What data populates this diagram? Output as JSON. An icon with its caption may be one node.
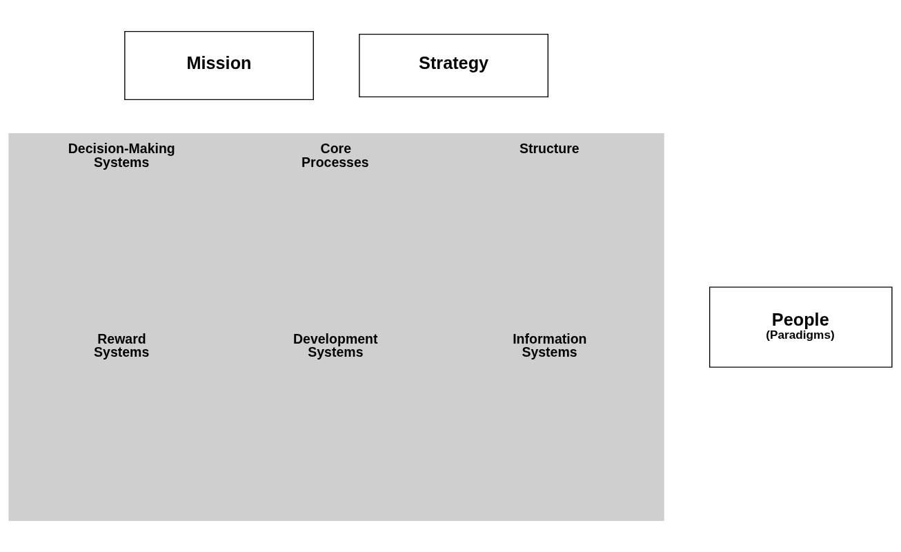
{
  "diagram": {
    "nodes": [
      {
        "text": [
          "Mission"
        ]
      },
      {
        "text": [
          "Strategy"
        ]
      },
      {
        "text": [
          "People",
          "(Paradigms)"
        ]
      },
      {
        "text": [
          "Decision-Making Systems",
          "Core Processes",
          "Structure",
          "Reward Systems",
          "Development Systems",
          "Information Systems"
        ]
      }
    ]
  }
}
